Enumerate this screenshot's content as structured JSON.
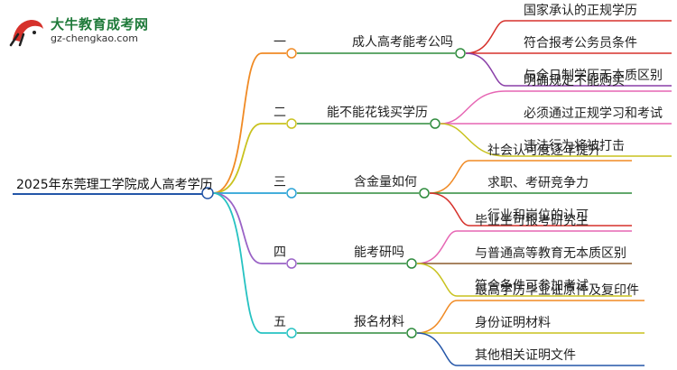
{
  "logo": {
    "title": "大牛教育成考网",
    "url": "gz-chengkao.com",
    "mark_color": "#d6312b"
  },
  "root": {
    "label": "2025年东莞理工学院成人高考学历"
  },
  "branches": [
    {
      "index": "一",
      "label": "成人高考能考公吗",
      "color": "#f08a24",
      "children": [
        "国家承认的正规学历",
        "符合报考公务员条件",
        "与全日制学历无本质区别"
      ],
      "child_colors": [
        "#d6312b",
        "#d6312b",
        "#8a3fa8"
      ]
    },
    {
      "index": "二",
      "label": "能不能花钱买学历",
      "color": "#c9c21f",
      "children": [
        "明确规定不能购买",
        "必须通过正规学习和考试",
        "违法行为将被打击"
      ],
      "child_colors": [
        "#e667b4",
        "#e667b4",
        "#c9c21f"
      ]
    },
    {
      "index": "三",
      "label": "含金量如何",
      "color": "#2aa3d6",
      "children": [
        "社会认可度逐年提升",
        "求职、考研竞争力",
        "行业和岗位的认可"
      ],
      "child_colors": [
        "#f08a24",
        "#2e8b3c",
        "#d6312b"
      ]
    },
    {
      "index": "四",
      "label": "能考研吗",
      "color": "#9a63c6",
      "children": [
        "毕业生可报考研究生",
        "与普通高等教育无本质区别",
        "符合条件可参加考试"
      ],
      "child_colors": [
        "#e667b4",
        "#8b5a2b",
        "#c9c21f"
      ]
    },
    {
      "index": "五",
      "label": "报名材料",
      "color": "#26c2c2",
      "children": [
        "最高学历毕业证原件及复印件",
        "身份证明材料",
        "其他相关证明文件"
      ],
      "child_colors": [
        "#f08a24",
        "#c9c21f",
        "#2456a8"
      ]
    }
  ]
}
